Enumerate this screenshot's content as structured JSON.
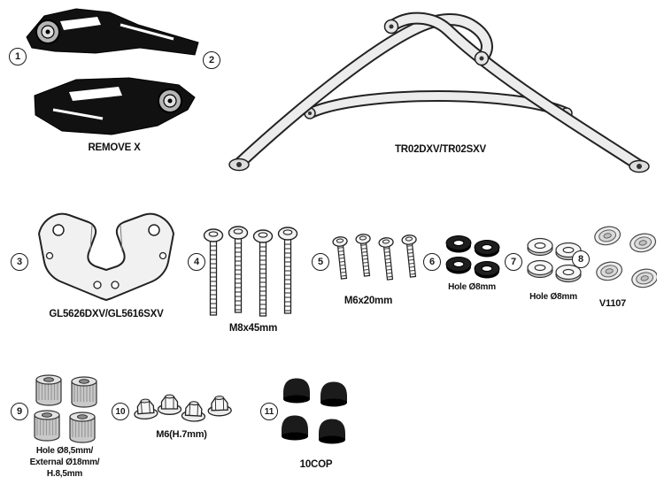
{
  "items": {
    "panel_left": {
      "number": "1"
    },
    "panel_right": {
      "number": "2"
    },
    "panels": {
      "label": "REMOVE X"
    },
    "frame": {
      "label": "TR02DXV/TR02SXV"
    },
    "bracket": {
      "number": "3",
      "label": "GL5626DXV/GL5616SXV"
    },
    "bolts_m8": {
      "number": "4",
      "label": "M8x45mm"
    },
    "bolts_m6": {
      "number": "5",
      "label": "M6x20mm"
    },
    "washers_dark": {
      "number": "6",
      "label": "Hole Ø8mm"
    },
    "washers_light": {
      "number": "7",
      "label": "Hole Ø8mm"
    },
    "plugs": {
      "number": "8",
      "label": "V1107"
    },
    "spacers": {
      "number": "9",
      "label_line1": "Hole Ø8,5mm/",
      "label_line2": "External Ø18mm/",
      "label_line3": "H.8,5mm"
    },
    "nuts": {
      "number": "10",
      "label": "M6(H.7mm)"
    },
    "caps": {
      "number": "11",
      "label": "10COP"
    }
  },
  "colors": {
    "outline": "#1a1a1a",
    "part_dark": "#111111",
    "tube_fill": "#ececec",
    "metal_light": "#f3f3f3",
    "metal_mid": "#c9c9c9"
  }
}
